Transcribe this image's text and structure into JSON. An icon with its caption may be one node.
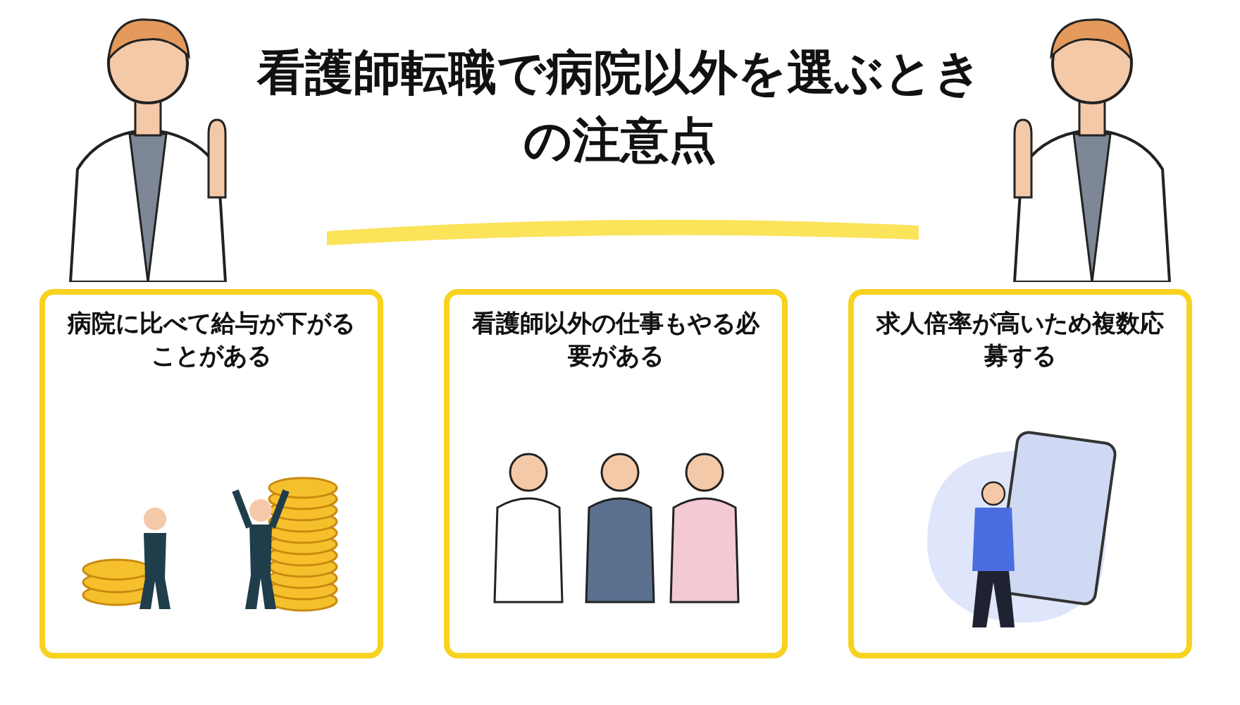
{
  "diagram": {
    "title": "看護師転職で病院以外を選ぶときの注意点",
    "nodes": [
      {
        "text": [
          "病院に比べて給与が下がることがある"
        ]
      },
      {
        "text": [
          "看護師以外の仕事もやる必要がある"
        ]
      },
      {
        "text": [
          "求人倍率が高いため複数応募する"
        ]
      }
    ]
  }
}
